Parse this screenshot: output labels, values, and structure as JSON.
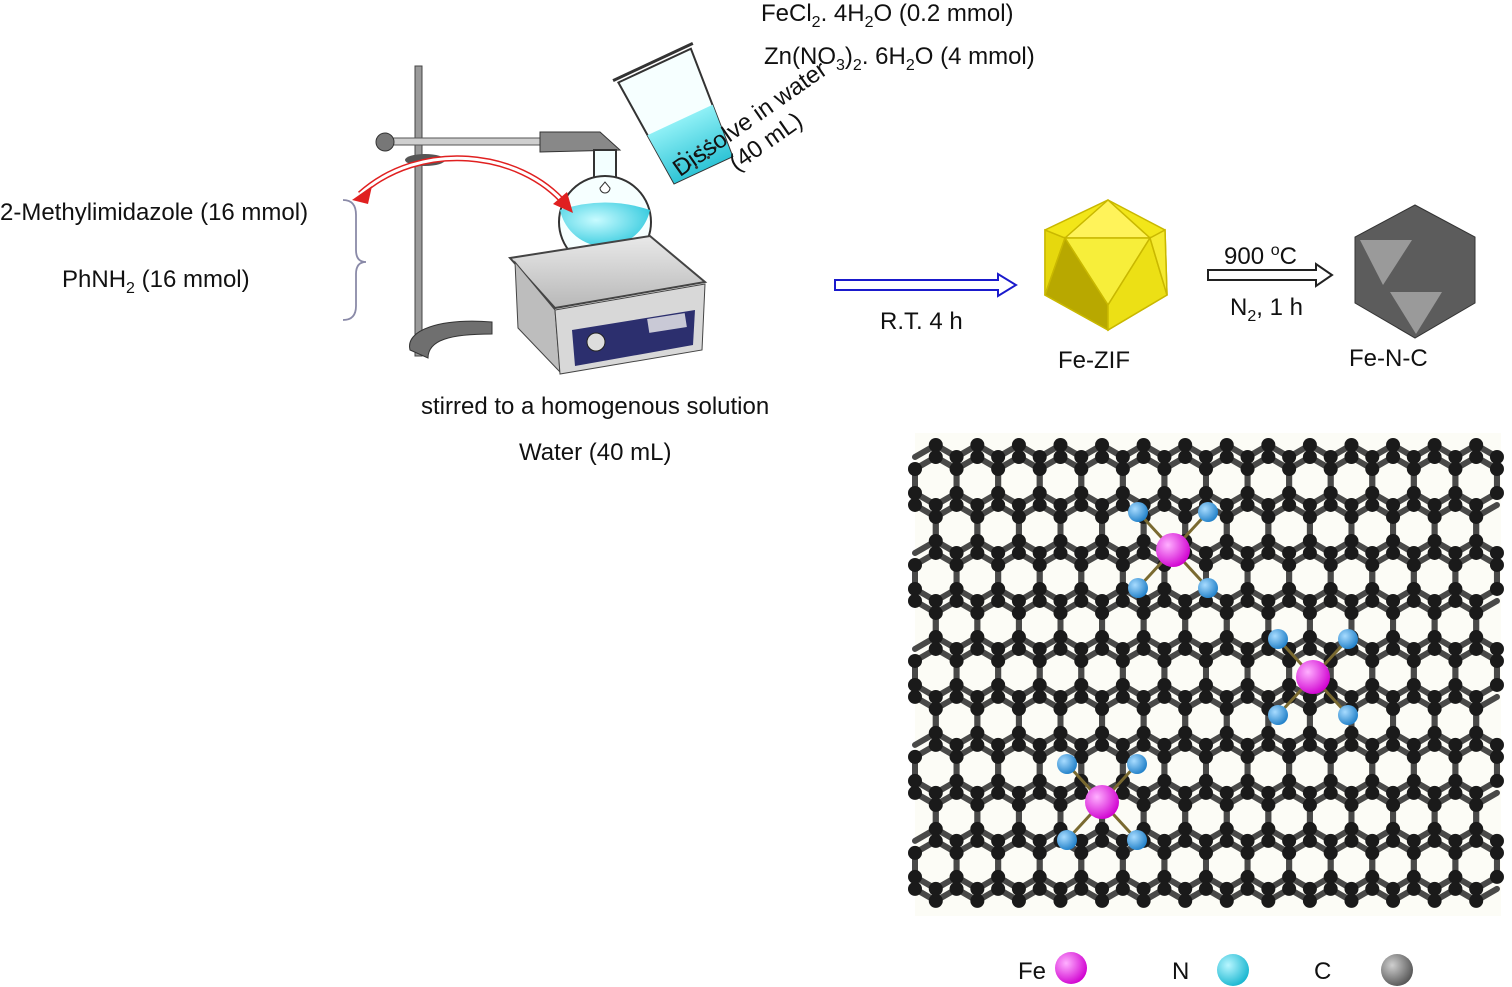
{
  "reagents": {
    "fecl2": {
      "base": "FeCl",
      "sub": "2",
      "rest": ". 4H",
      "sub2": "2",
      "tail": "O (0.2 mmol)"
    },
    "zn": {
      "base": "Zn(NO",
      "sub": "3",
      "mid": ")",
      "sub2": "2",
      "rest": ". 6H",
      "sub3": "2",
      "tail": "O (4 mmol)"
    },
    "methylimidazole": "2-Methylimidazole (16 mmol)",
    "phnh2": {
      "base": "PhNH",
      "sub": "2",
      "tail": " (16 mmol)"
    }
  },
  "steps": {
    "dissolve_line1": "Dissolve in water",
    "dissolve_line2": "(40 mL)",
    "stirred": "stirred to a homogenous solution",
    "water": "Water (40 mL)",
    "rt": "R.T. 4 h",
    "temp_value": "900 ",
    "temp_sup": "o",
    "temp_unit": "C",
    "n2_base": "N",
    "n2_sub": "2",
    "n2_tail": ", 1 h"
  },
  "products": {
    "fe_zif": "Fe-ZIF",
    "fe_n_c": "Fe-N-C"
  },
  "legend": [
    {
      "label": "Fe",
      "color": "#e000e0"
    },
    {
      "label": "N",
      "color": "#20c8d8"
    },
    {
      "label": "C",
      "color": "#6a6a6a"
    }
  ],
  "colors": {
    "solution": "#3fd6e6",
    "arrow_blue": "#1a1acc",
    "arrow_red": "#e02020",
    "zif_yellow": "#f2e619",
    "fenc_gray": "#5a5a5a",
    "lattice_atom": "#1a1a1a",
    "lattice_n": "#2a8fd0",
    "lattice_fe": "#e000e0"
  }
}
